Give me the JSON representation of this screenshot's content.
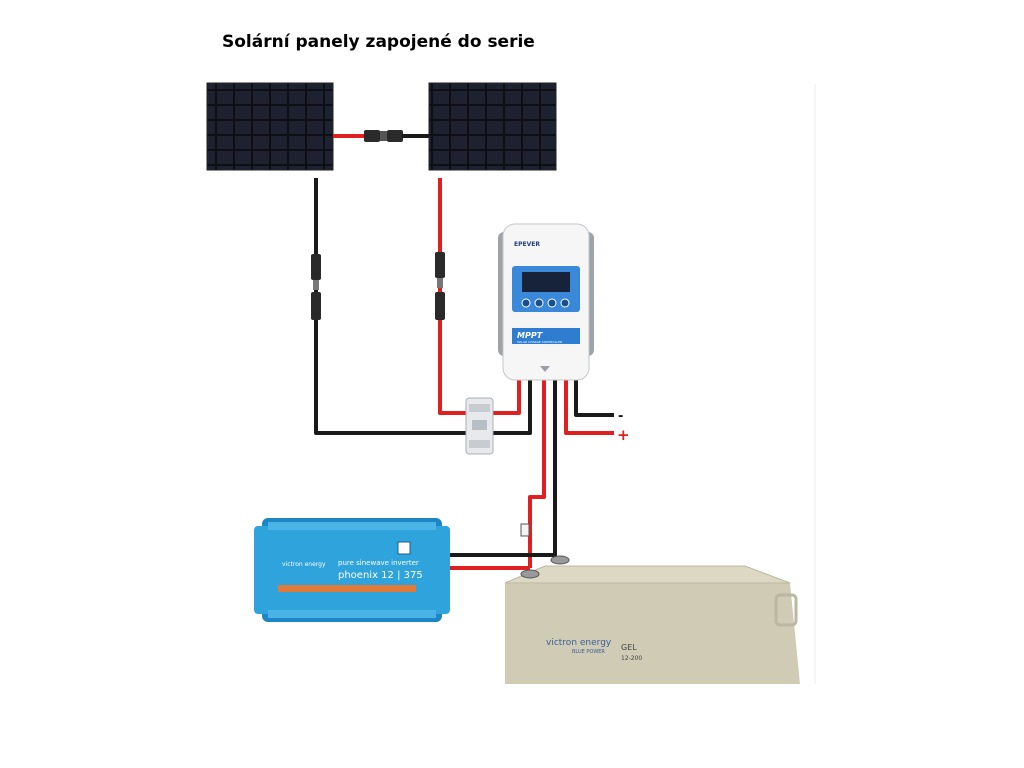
{
  "title": "Solární panely zapojené do serie",
  "controller": {
    "brand": "EPEVER",
    "model_label": "MPPT",
    "subtitle": "SOLAR CHARGE CONTROLLER"
  },
  "inverter": {
    "brand": "victron energy",
    "line1": "pure sinewave inverter",
    "line2": "phoenix 12 | 375"
  },
  "battery": {
    "brand": "victron energy",
    "brand_sub": "BLUE POWER",
    "type": "GEL",
    "voltage": "12-200"
  },
  "load": {
    "minus": "-",
    "plus": "+"
  },
  "colors": {
    "positive": "#e02020",
    "negative": "#1a1a1a",
    "inverter_blue": "#2fa3dc",
    "battery_grey": "#cfcbb5",
    "controller_display": "#3a88d8"
  }
}
